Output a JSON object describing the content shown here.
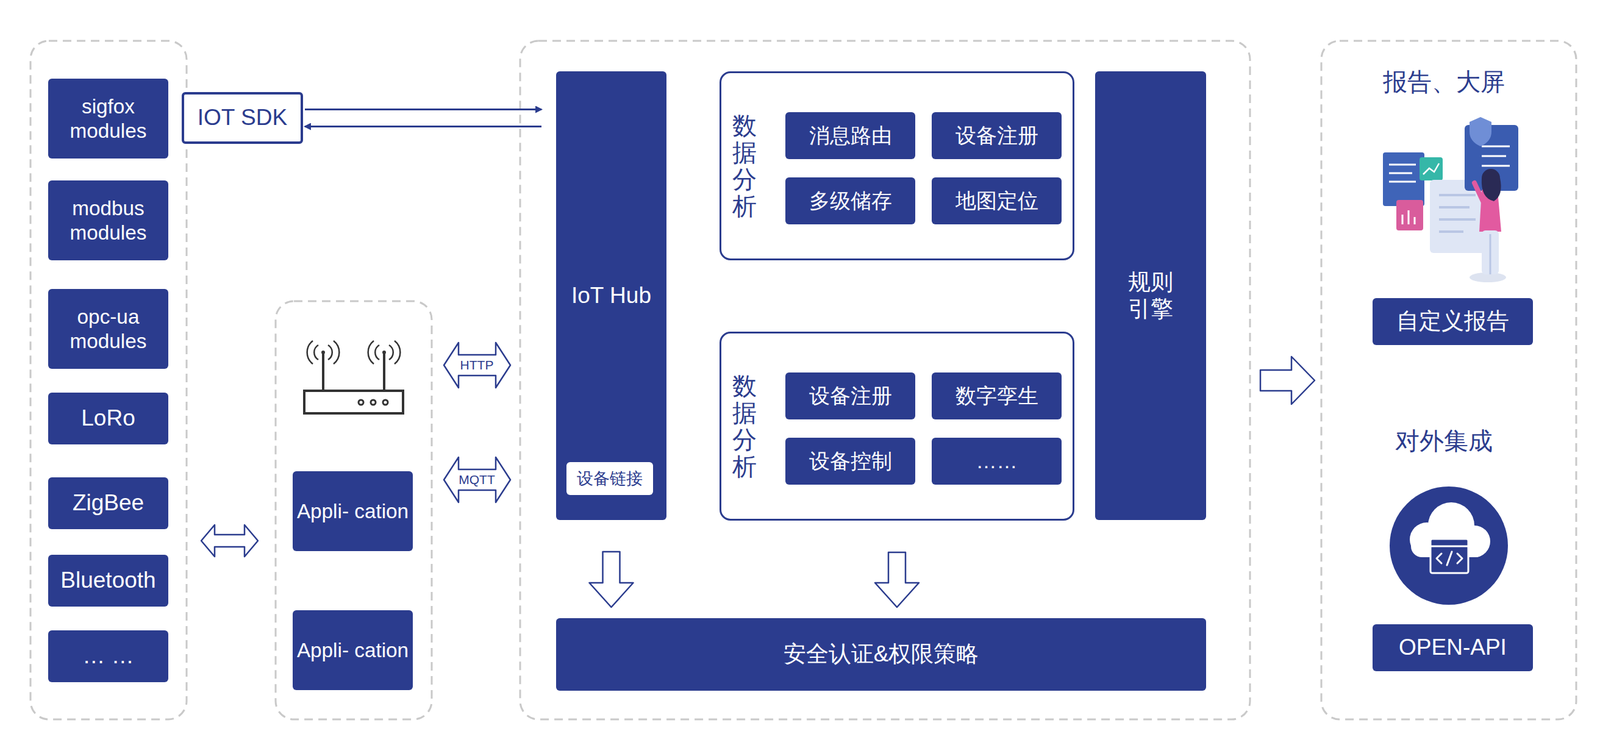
{
  "diagram": {
    "nodes": [
      {
        "text": [
          "sigfox modules"
        ]
      },
      {
        "text": [
          "modbus modules"
        ]
      },
      {
        "text": [
          "opc-ua modules"
        ]
      },
      {
        "text": [
          "LoRo"
        ]
      },
      {
        "text": [
          "ZigBee"
        ]
      },
      {
        "text": [
          "Bluetooth"
        ]
      },
      {
        "text": [
          "… …"
        ]
      },
      {
        "text": [
          "IOT SDK"
        ]
      },
      {
        "text": [
          "Appli- cation"
        ]
      },
      {
        "text": [
          "Appli- cation"
        ]
      },
      {
        "text": [
          "IoT Hub"
        ]
      },
      {
        "text": [
          "设备链接"
        ],
        "in": 10
      },
      {
        "text": [
          "数据分析"
        ]
      },
      {
        "text": [
          "消息路由"
        ],
        "in": 12
      },
      {
        "text": [
          "设备注册"
        ],
        "in": 12
      },
      {
        "text": [
          "多级储存"
        ],
        "in": 12
      },
      {
        "text": [
          "地图定位"
        ],
        "in": 12
      },
      {
        "text": [
          "数据分析"
        ]
      },
      {
        "text": [
          "设备注册"
        ],
        "in": 17
      },
      {
        "text": [
          "数字孪生"
        ],
        "in": 17
      },
      {
        "text": [
          "设备控制"
        ],
        "in": 17
      },
      {
        "text": [
          "……"
        ],
        "in": 17
      },
      {
        "text": [
          "规则 引擎"
        ]
      },
      {
        "text": [
          "安全认证&权限策略"
        ]
      },
      {
        "text": [
          "自定义报告"
        ]
      },
      {
        "text": [
          "OPEN-API"
        ]
      }
    ],
    "edges": [
      {
        "from": 7,
        "to": 10,
        "arrow": "to"
      },
      {
        "from": 10,
        "to": 7,
        "arrow": "to"
      },
      {
        "from": 10,
        "to": 23,
        "arrow": "to"
      },
      {
        "from": 17,
        "to": 23,
        "arrow": "to"
      }
    ],
    "labels": [
      "报告、大屏",
      "对外集成",
      "HTTP",
      "MQTT"
    ]
  }
}
